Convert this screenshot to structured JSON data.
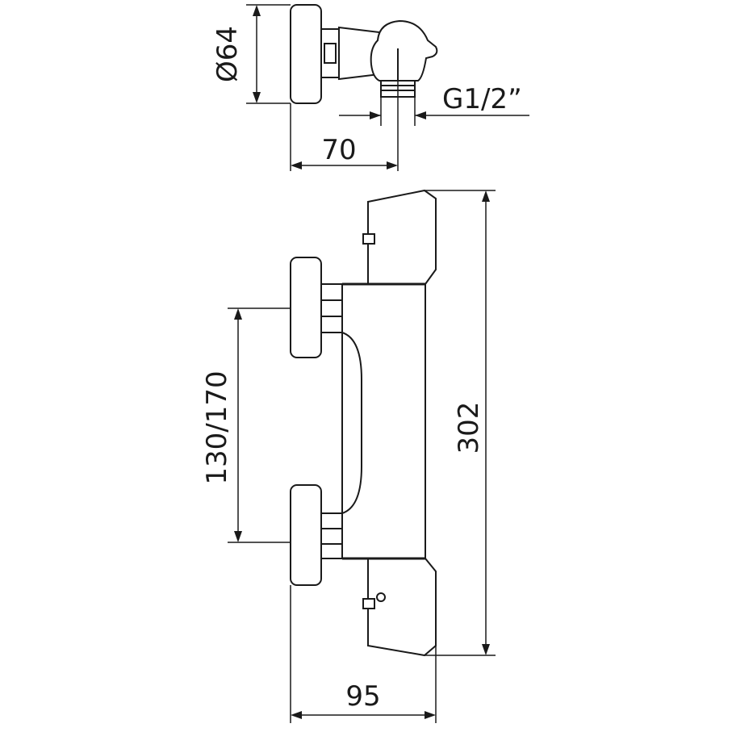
{
  "dimensions": {
    "diameter": "Ø64",
    "thread": "G1/2”",
    "depth": "70",
    "handle_spacing": "130/170",
    "height": "302",
    "width": "95"
  }
}
